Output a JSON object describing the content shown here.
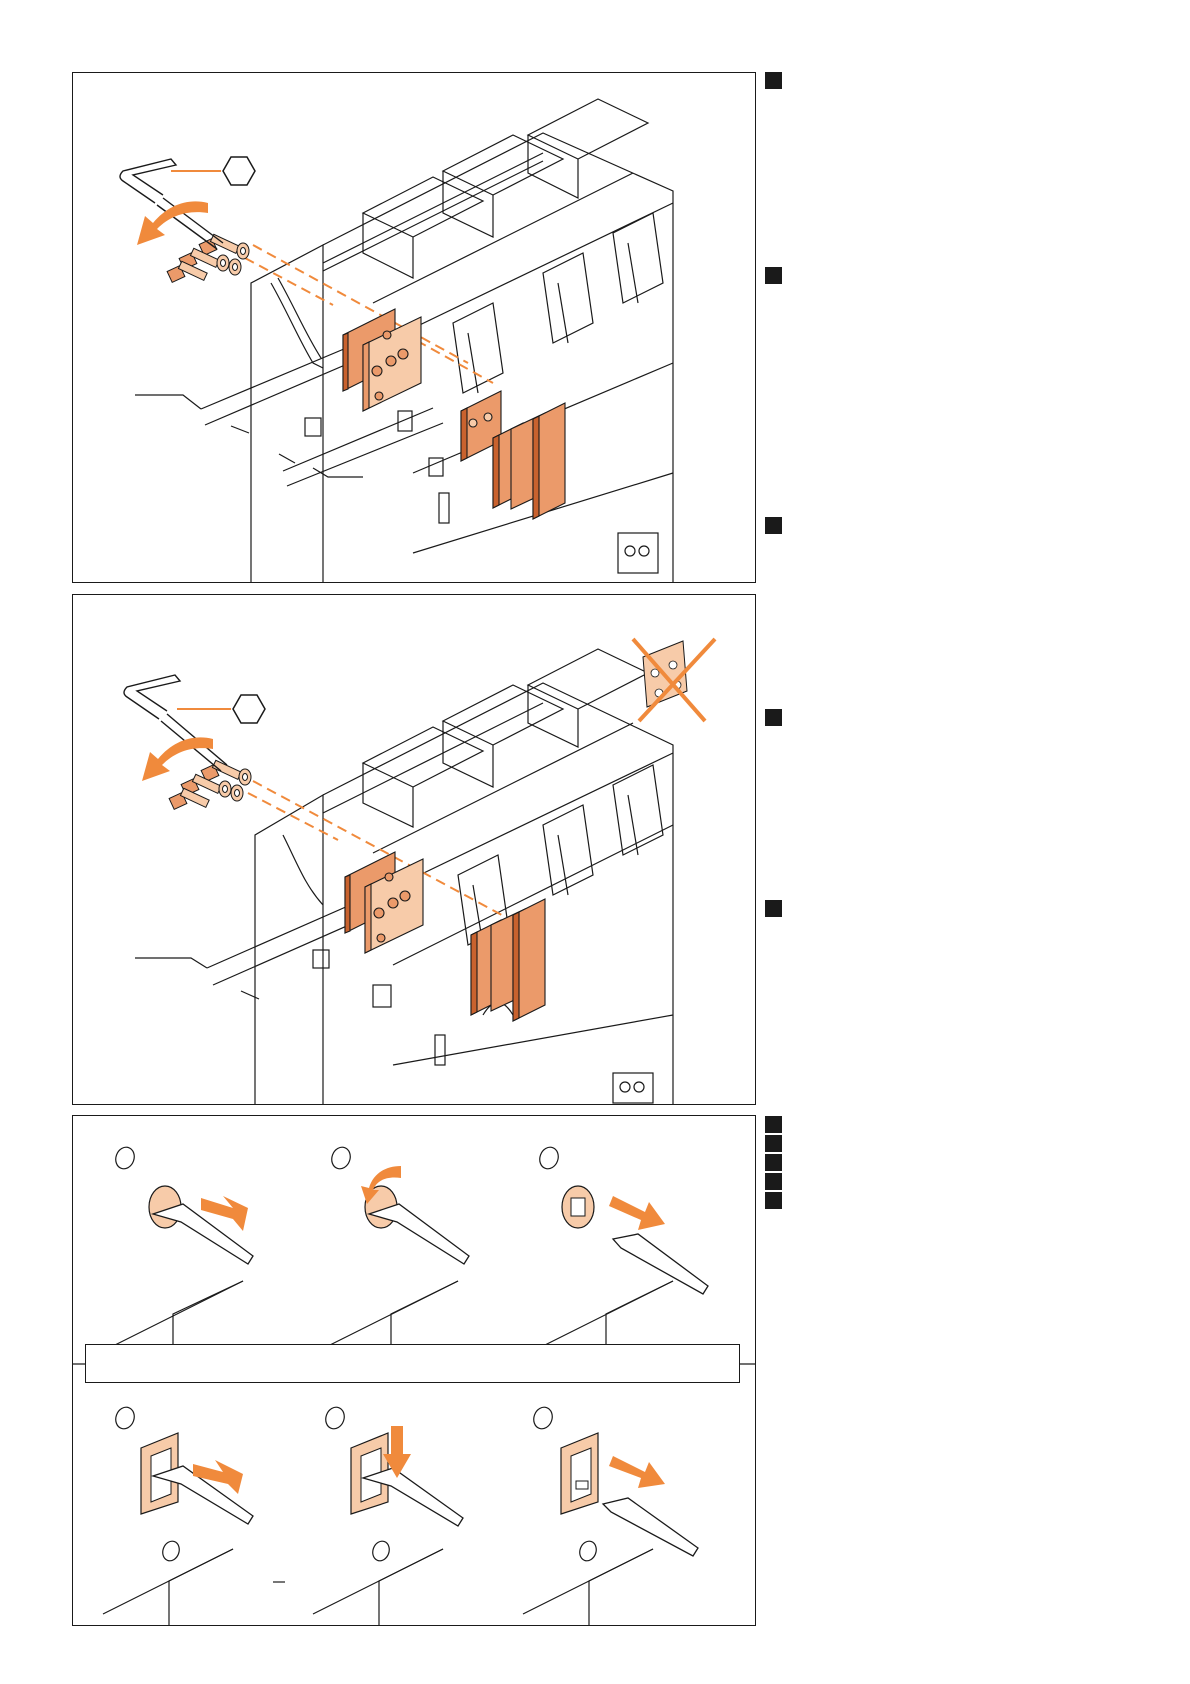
{
  "colors": {
    "line": "#1a1a1a",
    "orange": "#f08a3c",
    "copper": "#eb9a6a",
    "light_copper": "#f7cba9",
    "dark_copper": "#c9622e"
  },
  "icons": {
    "tool": "hex-key-icon",
    "tool_size": "hexagon-icon",
    "forbidden": "cross-out-icon",
    "rotation": "rotation-arrow-icon",
    "direction": "direction-arrow-icon"
  },
  "steps": {
    "top_panel_markers": 3,
    "middle_panel_markers": 2,
    "bottom_panel_markers": 5
  }
}
